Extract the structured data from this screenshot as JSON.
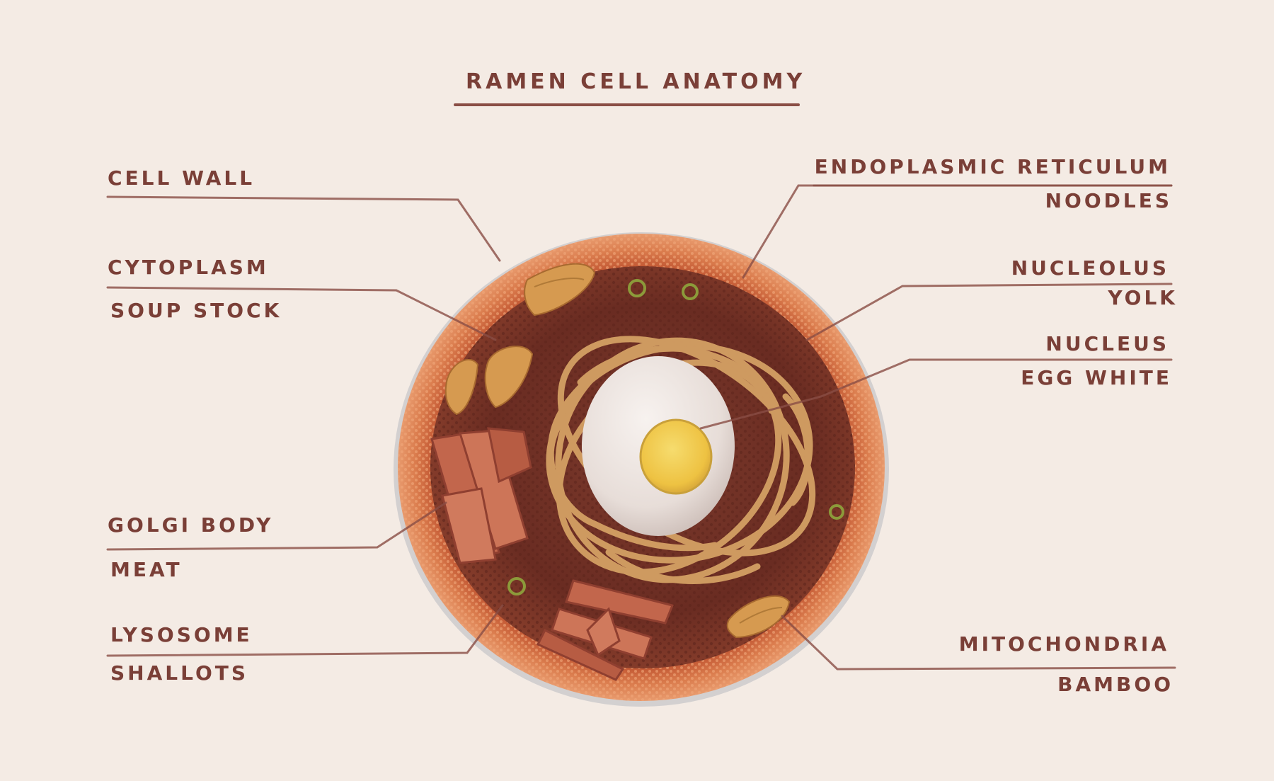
{
  "title": "RAMEN CELL ANATOMY",
  "labels": {
    "cell_wall": "CELL WALL",
    "cytoplasm": "CYTOPLASM",
    "soup_stock": "SOUP STOCK",
    "golgi_body": "GOLGI BODY",
    "meat": "MEAT",
    "lysosome": "LYSOSOME",
    "shallots": "SHALLOTS",
    "endoplasmic_reticulum": "ENDOPLASMIC RETICULUM",
    "noodles": "NOODLES",
    "nucleolus": "NUCLEOLUS",
    "yolk": "YOLK",
    "nucleus": "NUCLEUS",
    "egg_white": "EGG WHITE",
    "mitochondria": "MITOCHONDRIA",
    "bamboo": "BAMBOO"
  },
  "colors": {
    "background": "#f4ebe4",
    "ink": "#7a3f37",
    "bowl_rim": "#d9774a",
    "broth": "#6b2e24",
    "noodle": "#d8a76a",
    "egg_white": "#eee6e2",
    "yolk": "#f0c84a",
    "meat": "#c46a4f",
    "bamboo": "#d9a456",
    "shallot": "#8c9a3a"
  }
}
